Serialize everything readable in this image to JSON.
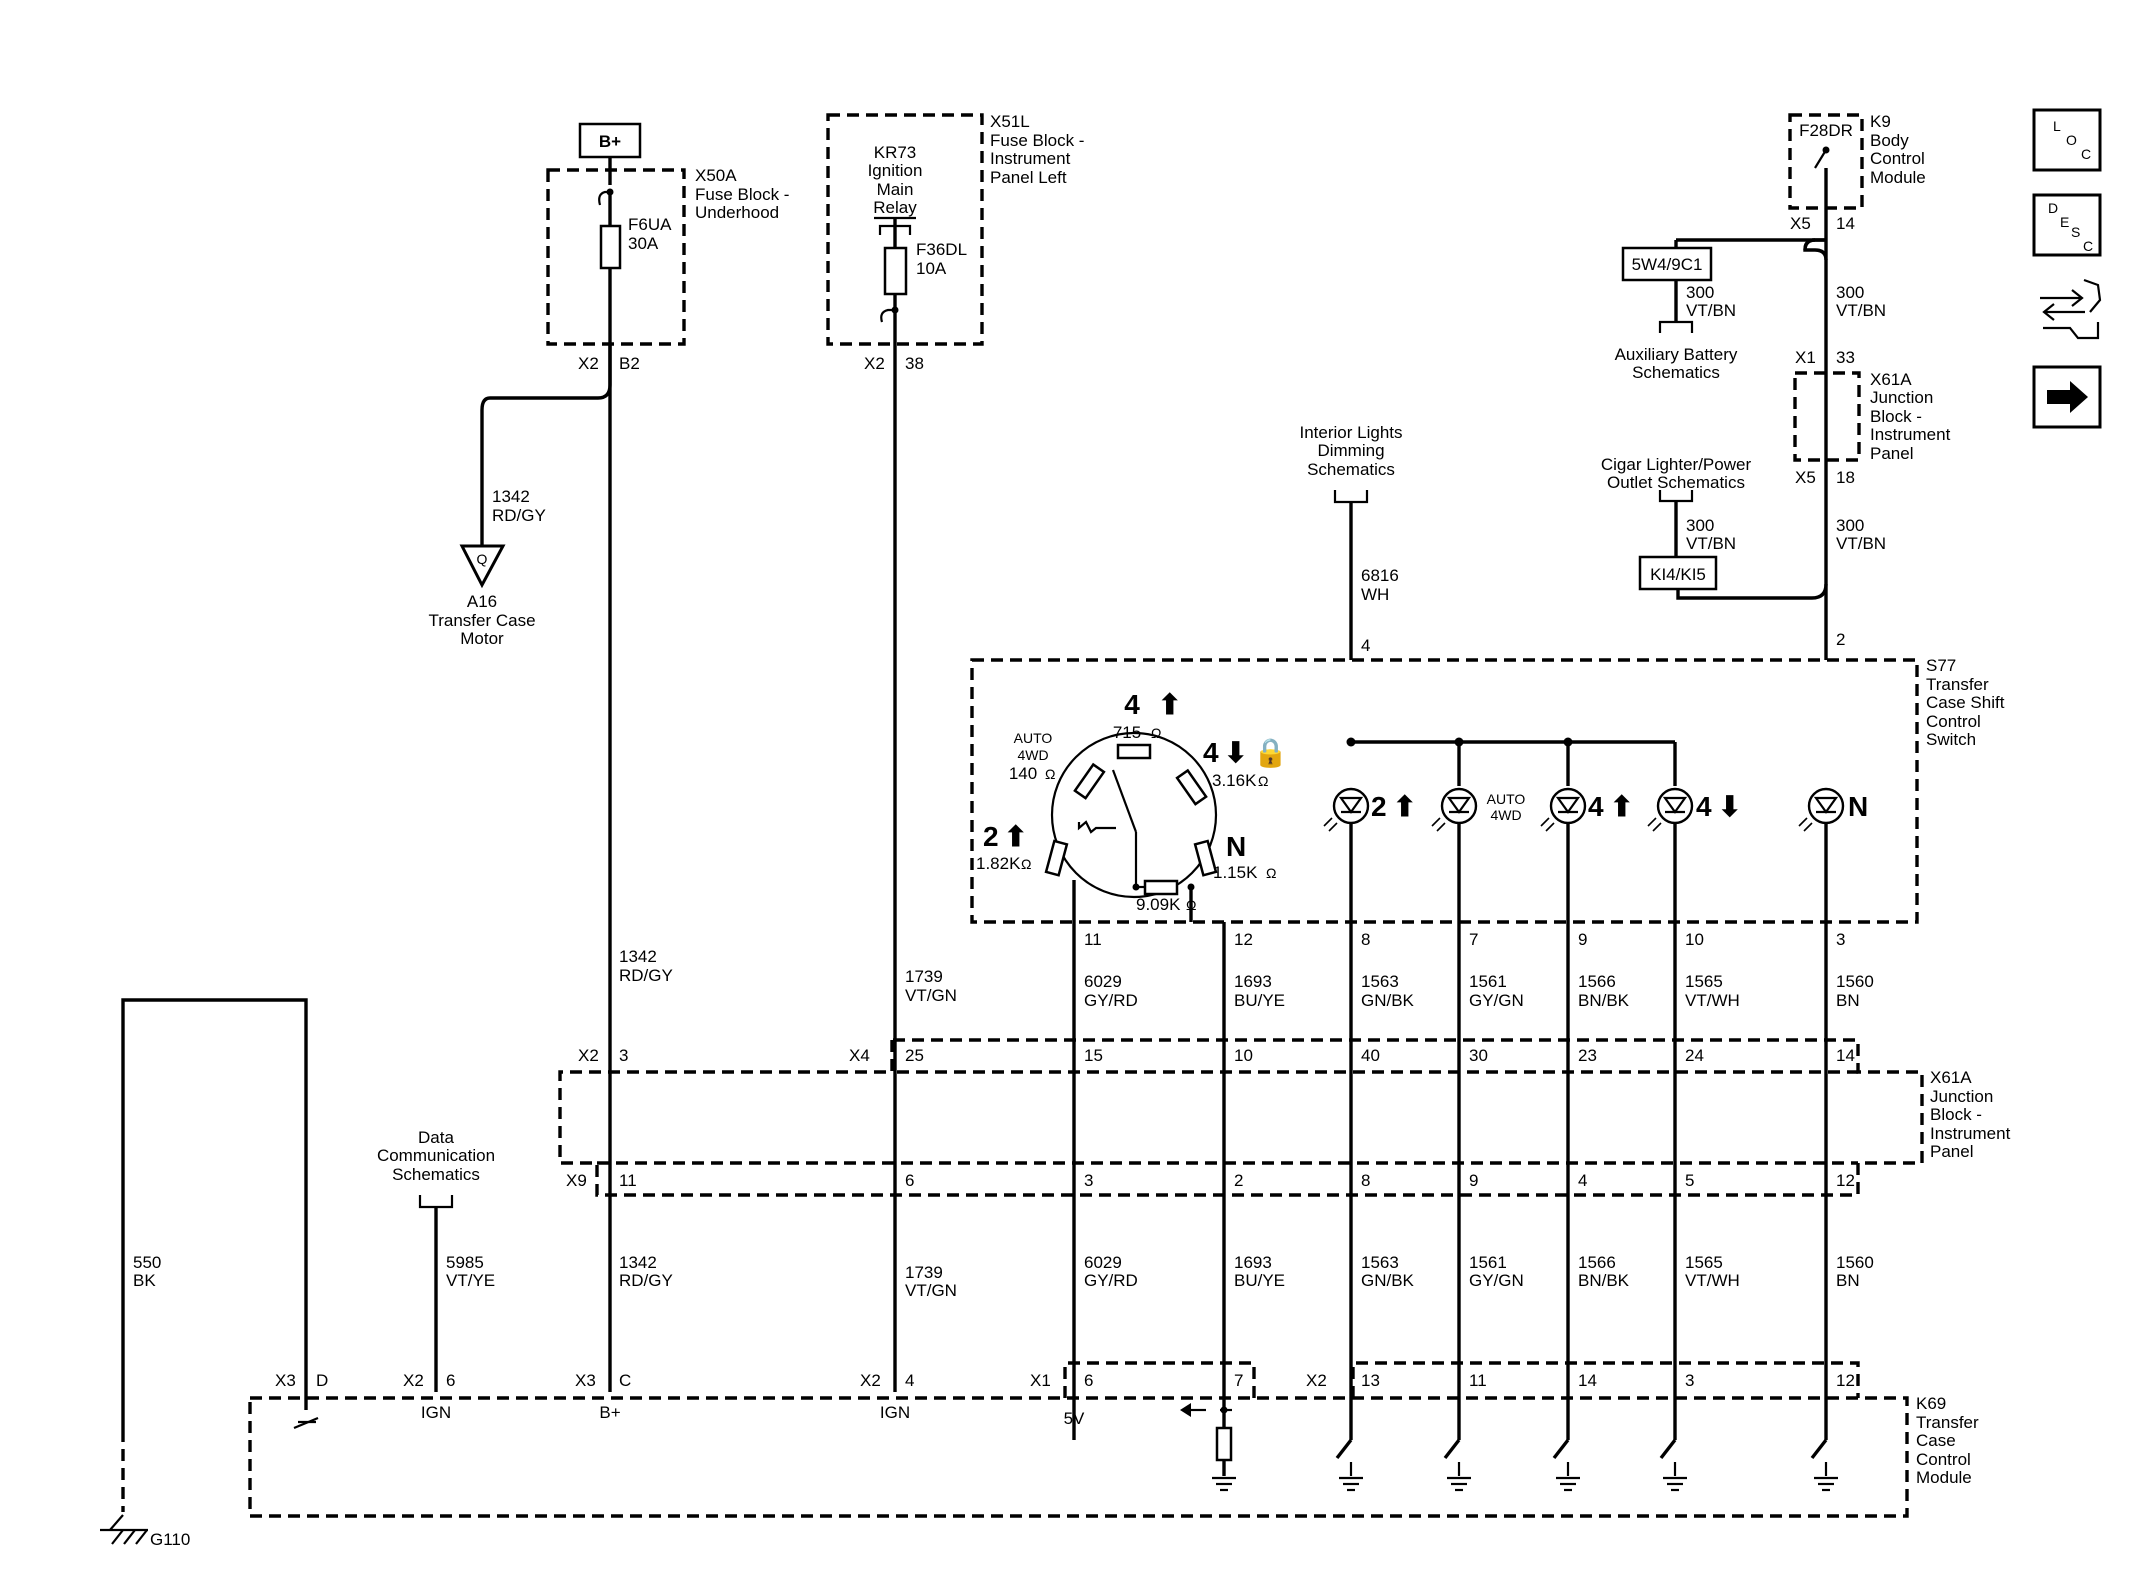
{
  "battery": "B+",
  "x50a": {
    "id": "X50A",
    "l1": "Fuse Block -",
    "l2": "Underhood",
    "fuse": "F6UA",
    "amp": "30A",
    "conn": "X2",
    "pin": "B2"
  },
  "x51l": {
    "id": "X51L",
    "l1": "Fuse Block -",
    "l2": "Instrument",
    "l3": "Panel Left",
    "relay1": "KR73",
    "relay2": "Ignition",
    "relay3": "Main",
    "relay4": "Relay",
    "fuse": "F36DL",
    "amp": "10A",
    "conn": "X2",
    "pin": "38"
  },
  "k9": {
    "fuse": "F28DR",
    "id": "K9",
    "l1": "Body",
    "l2": "Control",
    "l3": "Module",
    "conn": "X5",
    "pin": "14"
  },
  "aux": {
    "box": "5W4/9C1",
    "wire1": "300",
    "wire2": "VT/BN",
    "l1": "Auxiliary Battery",
    "l2": "Schematics"
  },
  "k9wire": {
    "w1": "300",
    "w2": "VT/BN"
  },
  "x61a_top": {
    "conn1": "X1",
    "pin1": "33",
    "id": "X61A",
    "l1": "Junction",
    "l2": "Block -",
    "l3": "Instrument",
    "l4": "Panel",
    "conn2": "X5",
    "pin2": "18"
  },
  "cigar": {
    "l1": "Cigar Lighter/Power",
    "l2": "Outlet Schematics",
    "wire1": "300",
    "wire2": "VT/BN",
    "box": "KI4/KI5"
  },
  "x61a_out": {
    "w1": "300",
    "w2": "VT/BN",
    "pin": "2"
  },
  "dimming": {
    "l1": "Interior Lights",
    "l2": "Dimming",
    "l3": "Schematics",
    "wire1": "6816",
    "wire2": "WH",
    "pin": "4"
  },
  "motor": {
    "wire1": "1342",
    "wire2": "RD/GY",
    "sym": "Q",
    "id": "A16",
    "l1": "Transfer Case",
    "l2": "Motor"
  },
  "s77": {
    "id": "S77",
    "l1": "Transfer",
    "l2": "Case Shift",
    "l3": "Control",
    "l4": "Switch",
    "r_4up": "4",
    "r_4up_val": "715",
    "r_auto1": "AUTO",
    "r_auto2": "4WD",
    "r_auto_val": "140",
    "r_4dn": "4",
    "r_4dn_val": "3.16K",
    "r_2up": "2",
    "r_2up_val": "1.82K",
    "r_n": "N",
    "r_n_val": "1.15K",
    "r_bot_val": "9.09K",
    "ohm": "Ω",
    "led_2up": "2",
    "led_auto1": "AUTO",
    "led_auto2": "4WD",
    "led_4up": "4",
    "led_4dn": "4",
    "led_n": "N"
  },
  "columns": [
    {
      "s77pin": "11",
      "wire1": "6029",
      "wire2": "GY/RD",
      "x4pin": "15",
      "x9pin": "3",
      "lwire1": "6029",
      "lwire2": "GY/RD",
      "k69pin": "6"
    },
    {
      "s77pin": "12",
      "wire1": "1693",
      "wire2": "BU/YE",
      "x4pin": "10",
      "x9pin": "2",
      "lwire1": "1693",
      "lwire2": "BU/YE",
      "k69pin": "7"
    },
    {
      "s77pin": "8",
      "wire1": "1563",
      "wire2": "GN/BK",
      "x4pin": "40",
      "x9pin": "8",
      "lwire1": "1563",
      "lwire2": "GN/BK",
      "k69pin": "13"
    },
    {
      "s77pin": "7",
      "wire1": "1561",
      "wire2": "GY/GN",
      "x4pin": "30",
      "x9pin": "9",
      "lwire1": "1561",
      "lwire2": "GY/GN",
      "k69pin": "11"
    },
    {
      "s77pin": "9",
      "wire1": "1566",
      "wire2": "BN/BK",
      "x4pin": "23",
      "x9pin": "4",
      "lwire1": "1566",
      "lwire2": "BN/BK",
      "k69pin": "14"
    },
    {
      "s77pin": "10",
      "wire1": "1565",
      "wire2": "VT/WH",
      "x4pin": "24",
      "x9pin": "5",
      "lwire1": "1565",
      "lwire2": "VT/WH",
      "k69pin": "3"
    },
    {
      "s77pin": "3",
      "wire1": "1560",
      "wire2": "BN",
      "x4pin": "14",
      "x9pin": "12",
      "lwire1": "1560",
      "lwire2": "BN",
      "k69pin": "12"
    }
  ],
  "left_wires": {
    "b_w1": "1342",
    "b_w2": "RD/GY",
    "i_w1": "1739",
    "i_w2": "VT/GN",
    "b_lw1": "1342",
    "b_lw2": "RD/GY",
    "i_lw1": "1739",
    "i_lw2": "VT/GN",
    "g_w1": "550",
    "g_w2": "BK",
    "d_w1": "5985",
    "d_w2": "VT/YE"
  },
  "x61a_mid": {
    "conn_x2": "X2",
    "pin_3": "3",
    "conn_x4": "X4",
    "pin_25": "25",
    "conn_x9": "X9",
    "pin_11": "11",
    "pin_6": "6",
    "id": "X61A",
    "l1": "Junction",
    "l2": "Block -",
    "l3": "Instrument",
    "l4": "Panel"
  },
  "datacomm": {
    "l1": "Data",
    "l2": "Communication",
    "l3": "Schematics"
  },
  "k69": {
    "conn_x3": "X3",
    "pin_d": "D",
    "conn_x2a": "X2",
    "pin_6": "6",
    "ign1": "IGN",
    "conn_x3b": "X3",
    "pin_c": "C",
    "bplus": "B+",
    "conn_x2b": "X2",
    "pin_4": "4",
    "ign2": "IGN",
    "conn_x1": "X1",
    "v5": "5V",
    "conn_x2c": "X2",
    "id": "K69",
    "l1": "Transfer",
    "l2": "Case",
    "l3": "Control",
    "l4": "Module"
  },
  "ground": "G110",
  "nav": {
    "loc": [
      "L",
      "O",
      "C"
    ],
    "desc": [
      "D",
      "E",
      "S",
      "C"
    ]
  }
}
